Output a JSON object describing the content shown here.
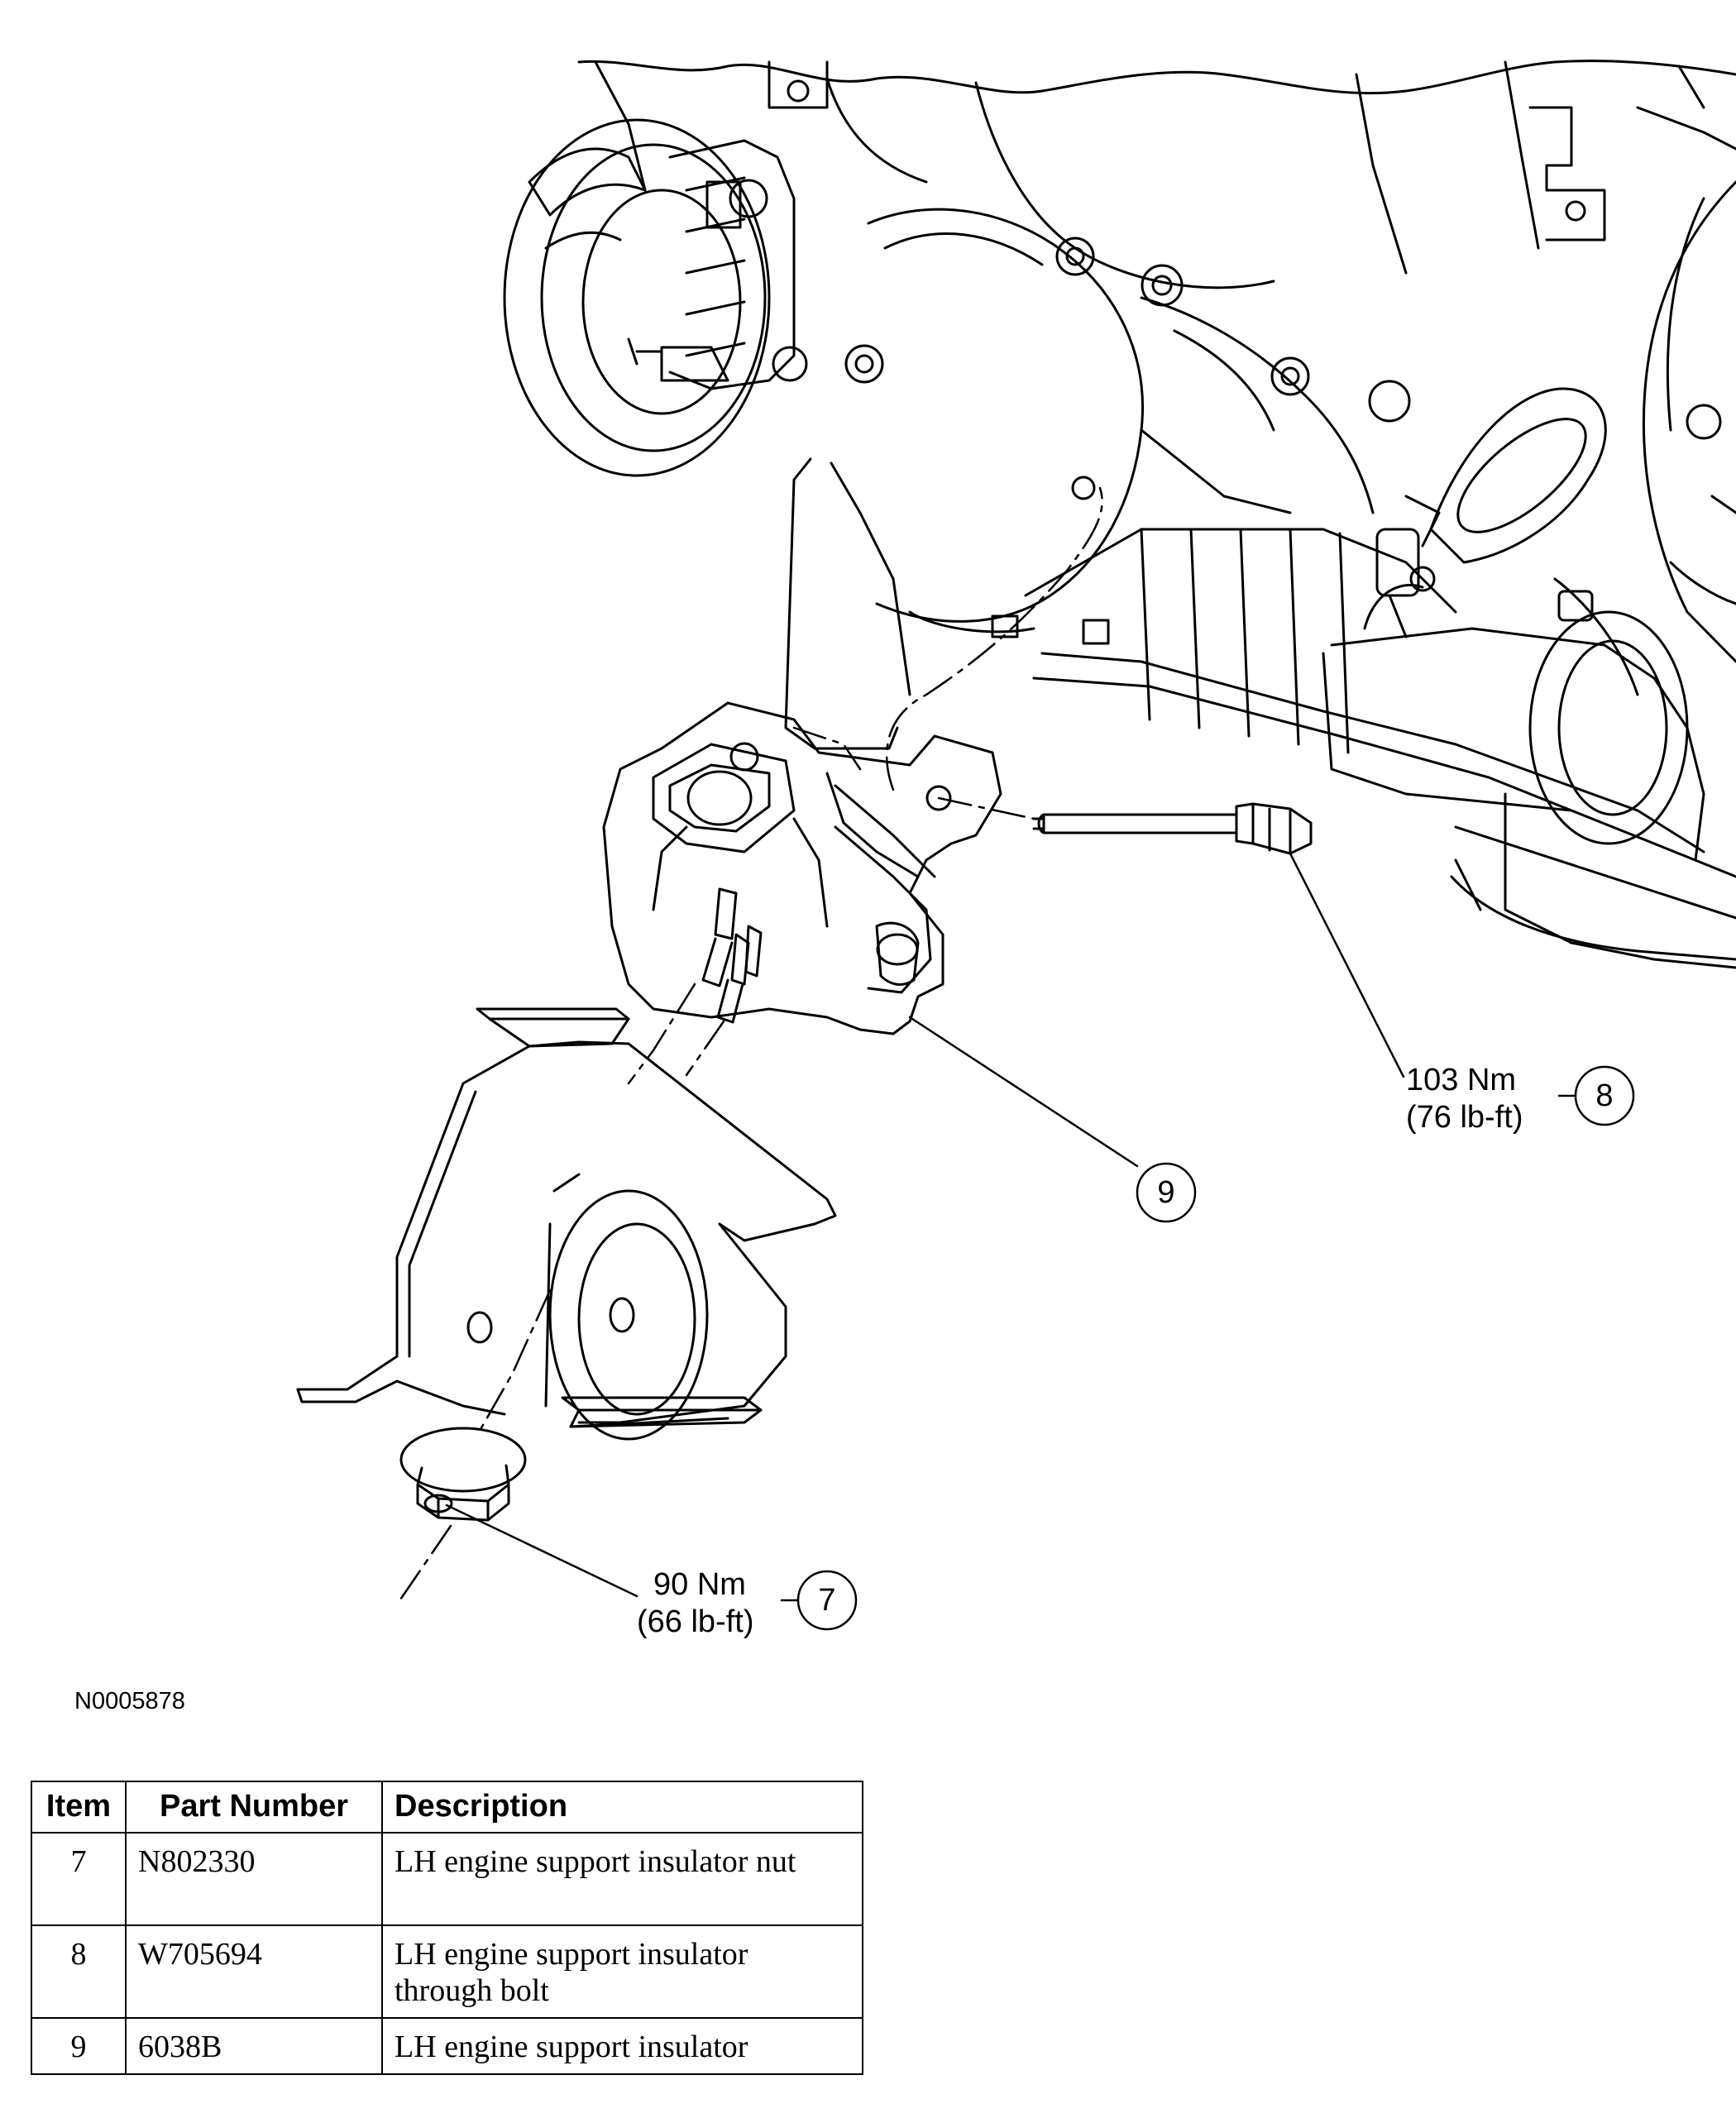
{
  "callouts": [
    {
      "item": "7",
      "torque_nm": "90 Nm",
      "torque_lbft": "(66 lb-ft)"
    },
    {
      "item": "8",
      "torque_nm": "103 Nm",
      "torque_lbft": "(76 lb-ft)"
    },
    {
      "item": "9"
    }
  ],
  "figure_id": "N0005878",
  "table": {
    "headers": {
      "item": "Item",
      "part_number": "Part Number",
      "description": "Description"
    },
    "rows": [
      {
        "item": "7",
        "part_number": "N802330",
        "description": "LH engine support insulator nut"
      },
      {
        "item": "8",
        "part_number": "W705694",
        "description": "LH engine support insulator through bolt"
      },
      {
        "item": "9",
        "part_number": "6038B",
        "description": "LH engine support insulator"
      }
    ]
  }
}
